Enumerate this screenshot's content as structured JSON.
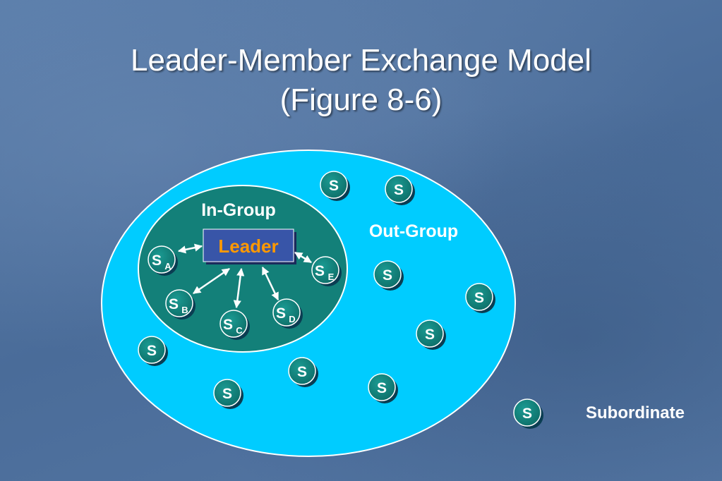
{
  "title": {
    "line1": "Leader-Member Exchange Model",
    "line2": "(Figure 8-6)"
  },
  "diagram": {
    "outgroup_label": "Out-Group",
    "ingroup_label": "In-Group",
    "leader_label": "Leader",
    "subordinate_symbol": "S",
    "ingroup_members": [
      {
        "letter": "S",
        "sub": "A"
      },
      {
        "letter": "S",
        "sub": "B"
      },
      {
        "letter": "S",
        "sub": "C"
      },
      {
        "letter": "S",
        "sub": "D"
      },
      {
        "letter": "S",
        "sub": "E"
      }
    ],
    "legend": {
      "symbol": "S",
      "label": "Subordinate"
    }
  },
  "colors": {
    "outgroup_fill": "#00ccff",
    "ingroup_fill": "#138079",
    "subordinate_fill": "#11807a",
    "leader_box_fill": "#3855a8",
    "leader_text": "#ff9900"
  }
}
